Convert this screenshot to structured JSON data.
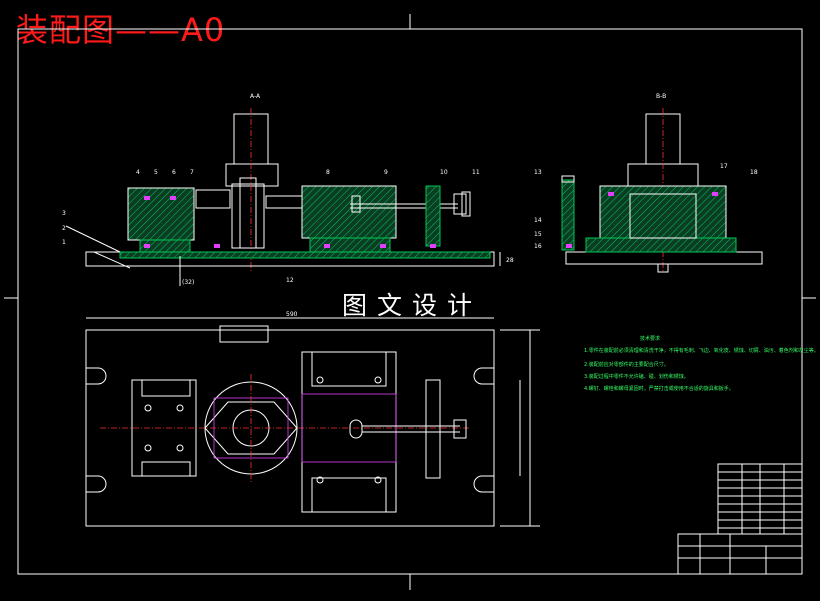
{
  "drawing": {
    "title": "装配图——A0",
    "watermark": "图文设计",
    "section_front": "A-A",
    "section_side": "B-B",
    "tech_requirements_heading": "技术要求",
    "tech_requirements": [
      "1.零件在装配前必须清理和清洗干净，不得有毛刺、飞边、氧化皮、锈蚀、切屑、油污、着色剂和灰尘等。",
      "2.装配前应对零部件的主要配合尺寸。",
      "3.装配过程中零件不允许磕、碰、划伤和锈蚀。",
      "4.螺钉、螺栓和螺母紧固时，严禁打击或使用不合适的旋具和扳手。"
    ],
    "part_numbers_front": [
      "1",
      "2",
      "3",
      "4",
      "5",
      "6",
      "7",
      "8",
      "9",
      "10",
      "11",
      "12"
    ],
    "part_numbers_side": [
      "13",
      "14",
      "15",
      "16",
      "17",
      "18"
    ],
    "dim_plan_width": "590"
  },
  "colors": {
    "title": "#ff1a1a",
    "lines": "#ffffff",
    "hatch": "#00c853",
    "magenta": "#e040fb",
    "background": "#000000"
  }
}
